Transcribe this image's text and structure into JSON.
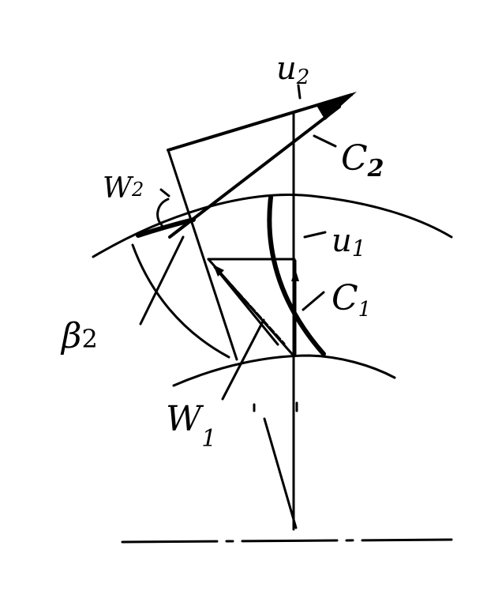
{
  "labels": {
    "u2": "u",
    "u2_sub": "2",
    "c2": "C",
    "c2_sub": "2",
    "w2": "W",
    "w2_sub": "2",
    "u1": "u",
    "u1_sub": "1",
    "c1": "C",
    "c1_sub": "1",
    "beta2": "β",
    "beta2_sub": "2",
    "w1": "W",
    "w1_sub": "1"
  }
}
